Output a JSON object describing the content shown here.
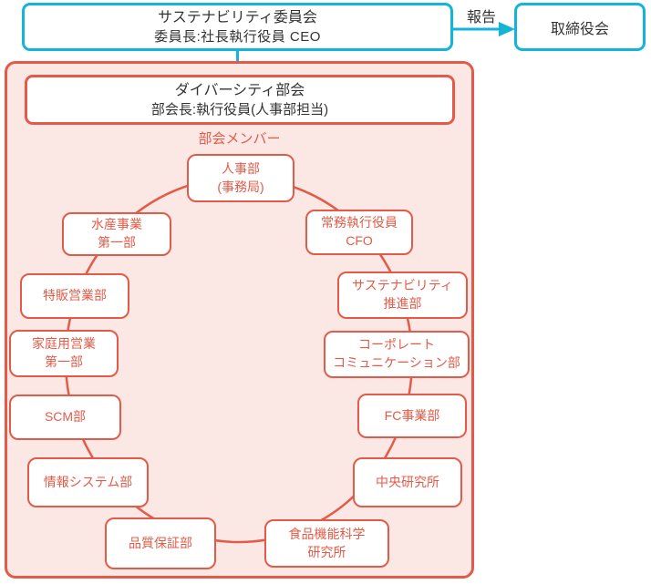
{
  "committee": {
    "title": "サステナビリティ委員会",
    "chair": "委員長:社長執行役員 CEO"
  },
  "report": {
    "label": "報告"
  },
  "board": {
    "label": "取締役会"
  },
  "panel": {
    "title": "ダイバーシティ部会",
    "chair": "部会長:執行役員(人事部担当)",
    "members_label": "部会メンバー"
  },
  "members": [
    {
      "label": "人事部\n(事務局)"
    },
    {
      "label": "常務執行役員\nCFO"
    },
    {
      "label": "サステナビリティ\n推進部"
    },
    {
      "label": "コーポレート\nコミュニケーション部"
    },
    {
      "label": "FC事業部"
    },
    {
      "label": "中央研究所"
    },
    {
      "label": "食品機能科学\n研究所"
    },
    {
      "label": "品質保証部"
    },
    {
      "label": "情報システム部"
    },
    {
      "label": "SCM部"
    },
    {
      "label": "家庭用営業\n第一部"
    },
    {
      "label": "特販営業部"
    },
    {
      "label": "水産事業\n第一部"
    }
  ],
  "colors": {
    "accent_cyan": "#12b4d9",
    "accent_red": "#e35b48",
    "panel_fill": "#fbe7e4",
    "text_dark": "#333333"
  }
}
